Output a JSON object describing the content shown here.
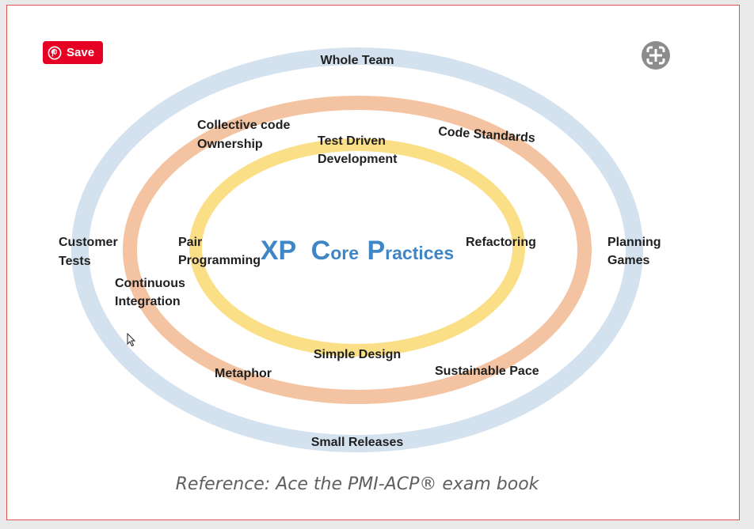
{
  "save_button": {
    "label": "Save",
    "color": "#e60023"
  },
  "expand_icon": {
    "name": "expand-icon"
  },
  "diagram": {
    "center": {
      "part1": "XP",
      "part2_cap": "C",
      "part2_rest": "ore",
      "part3_cap": "P",
      "part3_rest": "ractices"
    },
    "rings": {
      "outer": {
        "color": "#d3e2ee"
      },
      "middle": {
        "color": "#f4c4a2"
      },
      "inner": {
        "color": "#fbdf86"
      }
    },
    "labels": {
      "whole_team": "Whole Team",
      "collective_code_line1": "Collective code",
      "collective_code_line2": "Ownership",
      "test_driven_line1": "Test Driven",
      "test_driven_line2": "Development",
      "code_standards": "Code Standards",
      "customer_tests_line1": "Customer",
      "customer_tests_line2": "Tests",
      "pair_programming_line1": "Pair",
      "pair_programming_line2": "Programming",
      "refactoring": "Refactoring",
      "planning_games_line1": "Planning",
      "planning_games_line2": "Games",
      "continuous_integration_line1": "Continuous",
      "continuous_integration_line2": "Integration",
      "simple_design": "Simple Design",
      "metaphor": "Metaphor",
      "sustainable_pace": "Sustainable Pace",
      "small_releases": "Small Releases"
    }
  },
  "caption": "Reference: Ace the PMI-ACP® exam book"
}
